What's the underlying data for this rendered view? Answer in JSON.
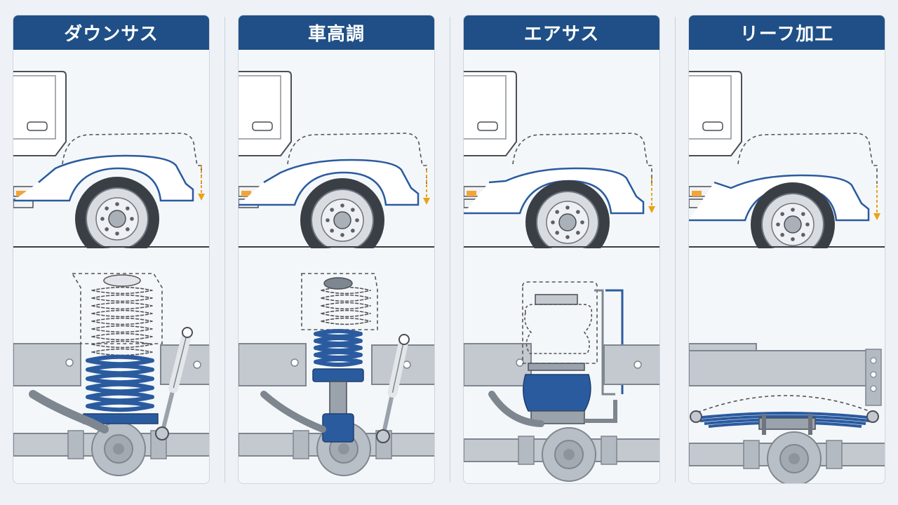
{
  "panels": [
    {
      "title": "ダウンサス",
      "type": "downsus"
    },
    {
      "title": "車高調",
      "type": "coilover"
    },
    {
      "title": "エアサス",
      "type": "airsus"
    },
    {
      "title": "リーフ加工",
      "type": "leaf"
    }
  ],
  "colors": {
    "header": "#1f4f86",
    "accent_blue": "#2b5b9f",
    "dashed": "#555555",
    "arrow": "#e8a317",
    "metal": "#c4c9cf",
    "metal_dark": "#7e868f"
  }
}
